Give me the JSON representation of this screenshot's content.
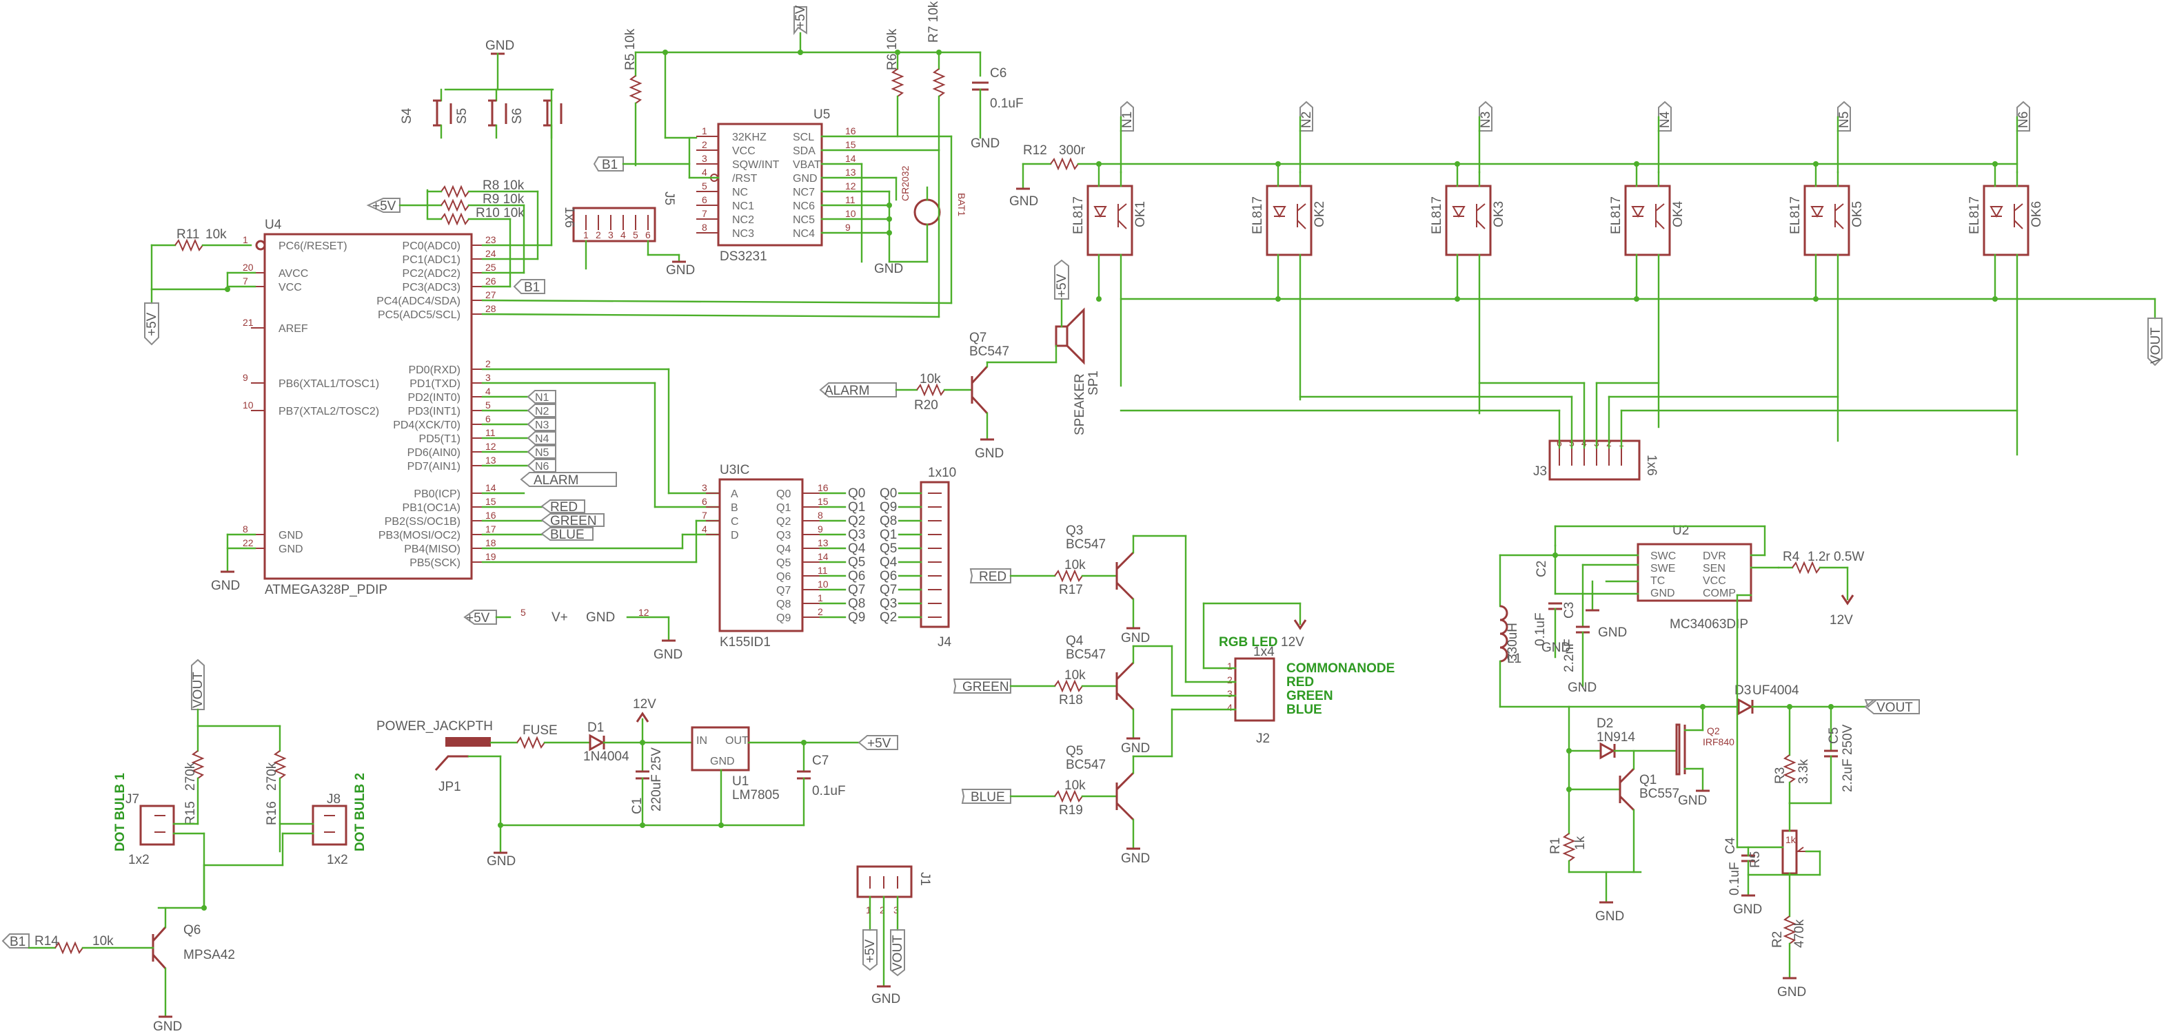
{
  "supply": {
    "p5v": "+5V",
    "gnd": "GND",
    "v12": "12V",
    "vout": "VOUT",
    "b1": "B1"
  },
  "ds3231": {
    "ref": "U5",
    "name": "DS3231",
    "r5": "R5 10k",
    "r6": "R6 10k",
    "r7": "R7 10k",
    "c6": "C6",
    "c6v": "0.1uF",
    "pins_left": [
      "32KHZ",
      "VCC",
      "SQW/INT",
      "/RST",
      "NC",
      "NC1",
      "NC2",
      "NC3"
    ],
    "pins_right": [
      "SCL",
      "SDA",
      "VBAT",
      "GND",
      "NC7",
      "NC6",
      "NC5",
      "NC4"
    ],
    "nums_left": [
      "1",
      "2",
      "3",
      "4",
      "5",
      "6",
      "7",
      "8"
    ],
    "nums_right": [
      "16",
      "15",
      "14",
      "13",
      "12",
      "11",
      "10",
      "9"
    ],
    "bat": "BAT1",
    "cr": "CR2032"
  },
  "buttons": {
    "s4": "S4",
    "s5": "S5",
    "s6": "S6",
    "r8": "R8 10k",
    "r9": "R9 10k",
    "r10": "R10 10k",
    "j5": "J5",
    "conn": "1x6"
  },
  "mcu": {
    "ref": "U4",
    "name": "ATMEGA328P_PDIP",
    "r11": "R11",
    "r11v": "10k",
    "left": [
      "PC6(/RESET)",
      "AVCC",
      "VCC",
      "AREF",
      "PB6(XTAL1/TOSC1)",
      "PB7(XTAL2/TOSC2)",
      "GND",
      "GND"
    ],
    "left_nums": [
      "1",
      "20",
      "7",
      "21",
      "9",
      "10",
      "8",
      "22"
    ],
    "right": [
      "PC0(ADC0)",
      "PC1(ADC1)",
      "PC2(ADC2)",
      "PC3(ADC3)",
      "PC4(ADC4/SDA)",
      "PC5(ADC5/SCL)",
      "PD0(RXD)",
      "PD1(TXD)",
      "PD2(INT0)",
      "PD3(INT1)",
      "PD4(XCK/T0)",
      "PD5(T1)",
      "PD6(AIN0)",
      "PD7(AIN1)",
      "PB0(ICP)",
      "PB1(OC1A)",
      "PB2(SS/OC1B)",
      "PB3(MOSI/OC2)",
      "PB4(MISO)",
      "PB5(SCK)"
    ],
    "right_nums": [
      "23",
      "24",
      "25",
      "26",
      "27",
      "28",
      "2",
      "3",
      "4",
      "5",
      "6",
      "11",
      "12",
      "13",
      "14",
      "15",
      "16",
      "17",
      "18",
      "19"
    ],
    "nets": [
      "N1",
      "N2",
      "N3",
      "N4",
      "N5",
      "N6",
      "ALARM",
      "RED",
      "GREEN",
      "BLUE"
    ]
  },
  "decoder": {
    "ref": "U3IC",
    "name": "K155ID1",
    "ins": [
      "A",
      "B",
      "C",
      "D"
    ],
    "in_nums": [
      "3",
      "6",
      "7",
      "4"
    ],
    "outs": [
      "Q0",
      "Q1",
      "Q2",
      "Q3",
      "Q4",
      "Q5",
      "Q6",
      "Q7",
      "Q8",
      "Q9"
    ],
    "out_nums": [
      "16",
      "15",
      "8",
      "9",
      "13",
      "14",
      "11",
      "10",
      "1",
      "2"
    ],
    "j4": "J4",
    "j4conn": "1x10",
    "j4pins": [
      "Q0",
      "Q9",
      "Q8",
      "Q1",
      "Q5",
      "Q4",
      "Q6",
      "Q7",
      "Q3",
      "Q2"
    ],
    "pwr_a": "5",
    "pwr_v": "V+",
    "pwr_g": "GND",
    "pwr_gn": "12"
  },
  "opto": {
    "labels": [
      "OK1",
      "OK2",
      "OK3",
      "OK4",
      "OK5",
      "OK6"
    ],
    "part": "EL817",
    "nets": [
      "N1",
      "N2",
      "N3",
      "N4",
      "N5",
      "N6"
    ],
    "r12": "R12",
    "r12v": "300r",
    "j3": "J3",
    "j3conn": "1x6"
  },
  "speaker": {
    "q7": "Q7",
    "q7p": "BC547",
    "r20": "R20",
    "r20v": "10k",
    "sp": "SP1",
    "spk": "SPEAKER",
    "alarm": "ALARM"
  },
  "rgb": {
    "q3": "Q3",
    "q4": "Q4",
    "q5": "Q5",
    "part": "BC547",
    "r17": "R17",
    "r18": "R18",
    "r19": "R19",
    "rv": "10k",
    "red": "RED",
    "green": "GREEN",
    "blue": "BLUE",
    "title": "RGB LED",
    "conn": "1x4",
    "j2": "J2",
    "pins": [
      "COMMONANODE",
      "RED",
      "GREEN",
      "BLUE"
    ],
    "v12": "12V"
  },
  "boost": {
    "ref": "U2",
    "name": "MC34063DIP",
    "pins_l": [
      "SWC",
      "SWE",
      "TC",
      "GND"
    ],
    "pins_r": [
      "DVR",
      "SEN",
      "VCC",
      "COMP"
    ],
    "r4": "R4",
    "r4v": "1.2r 0.5W",
    "c2": "C2",
    "c2v": "0.1uF",
    "c3": "C3",
    "c3v": "2.2nF",
    "l1": "L1",
    "l1v": "330uH",
    "d2": "D2",
    "d2p": "1N914",
    "d3": "D3",
    "d3p": "UF4004",
    "q2": "Q2",
    "q2p": "IRF840",
    "q1": "Q1",
    "q1p": "BC557",
    "r1": "R1",
    "r1v": "1k",
    "r3": "R3",
    "r3v": "3.3k",
    "c5": "C5",
    "c5v": "2.2uF 250V",
    "c4": "C4",
    "c4v": "0.1uF",
    "r2": "R2",
    "r2v": "470k",
    "r5t": "R5",
    "r5tv": "1k",
    "v12": "12V"
  },
  "power": {
    "jack": "POWER_JACKPTH",
    "jp1": "JP1",
    "fuse": "FUSE",
    "d1": "D1",
    "d1p": "1N4004",
    "c1": "C1",
    "c1v": "220uF 25V",
    "u1": "U1",
    "u1p": "LM7805",
    "in": "IN",
    "out": "OUT",
    "gnd": "GND",
    "c7": "C7",
    "c7v": "0.1uF",
    "v12": "12V"
  },
  "dots": {
    "j7": "J7",
    "j8": "J8",
    "conn": "1x2",
    "bulb1": "DOT BULB 1",
    "bulb2": "DOT BULB 2",
    "r15": "R15",
    "r16": "R16",
    "rv": "270k",
    "q6": "Q6",
    "q6p": "MPSA42",
    "r14": "R14",
    "r14v": "10k"
  },
  "j1": {
    "ref": "J1",
    "pins": [
      "1",
      "2",
      "3"
    ],
    "nets": [
      "+5V",
      "VOUT"
    ]
  }
}
